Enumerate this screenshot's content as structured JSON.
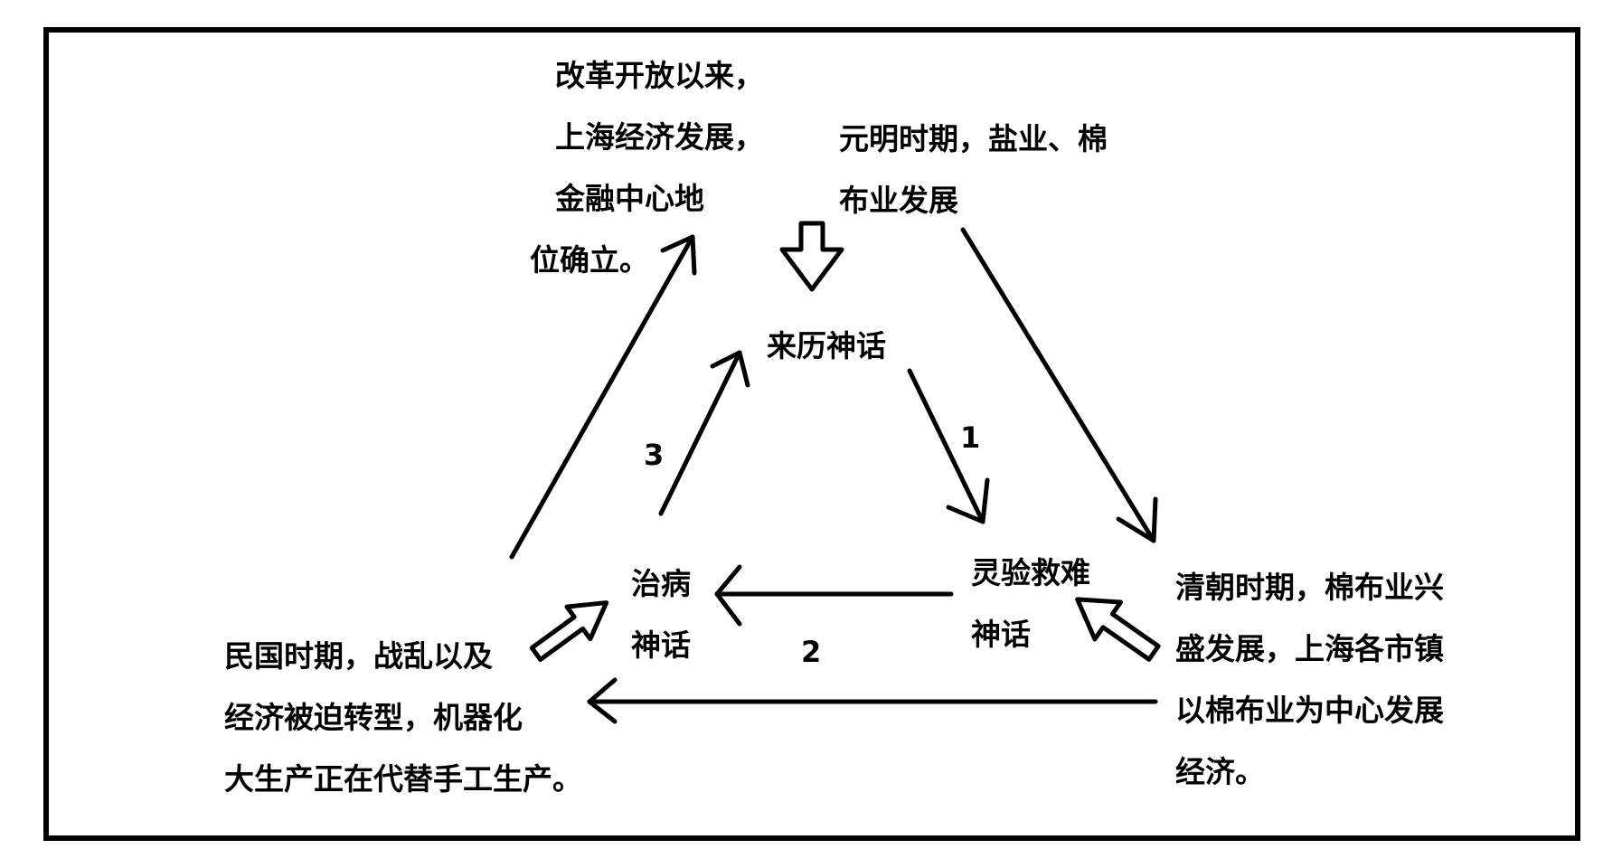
{
  "diagram": {
    "top_left_text": [
      "改革开放以来，",
      "上海经济发展，",
      "金融中心地",
      "位确立。"
    ],
    "top_right_text": [
      "元明时期，盐业、棉",
      "布业发展"
    ],
    "center_node": "来历神话",
    "right_node": [
      "灵验救难",
      "神话"
    ],
    "left_node": [
      "治病",
      "神话"
    ],
    "bottom_left_text": [
      "民国时期，战乱以及",
      "经济被迫转型，机器化",
      "大生产正在代替手工生产。"
    ],
    "bottom_right_text": [
      "清朝时期，棉布业兴",
      "盛发展，上海各市镇",
      "以棉布业为中心发展",
      "经济。"
    ],
    "arrow_labels": {
      "a1": "1",
      "a2": "2",
      "a3": "3"
    }
  }
}
